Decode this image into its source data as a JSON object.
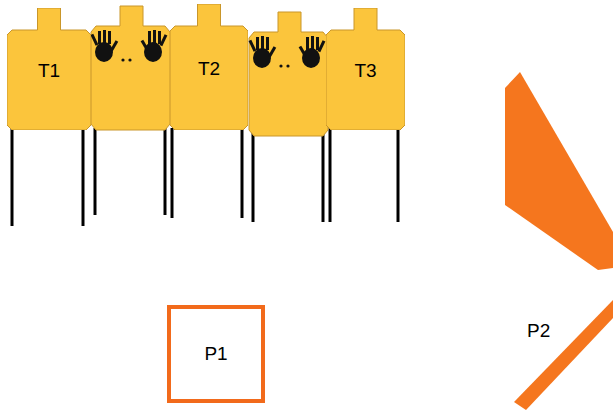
{
  "diagram": {
    "nodes": [
      {
        "text": [
          "T1"
        ]
      },
      {
        "text": [
          "T2"
        ]
      },
      {
        "text": [
          "T3"
        ]
      },
      {
        "text": [
          "P1"
        ]
      }
    ],
    "labels": [
      "P2"
    ]
  }
}
